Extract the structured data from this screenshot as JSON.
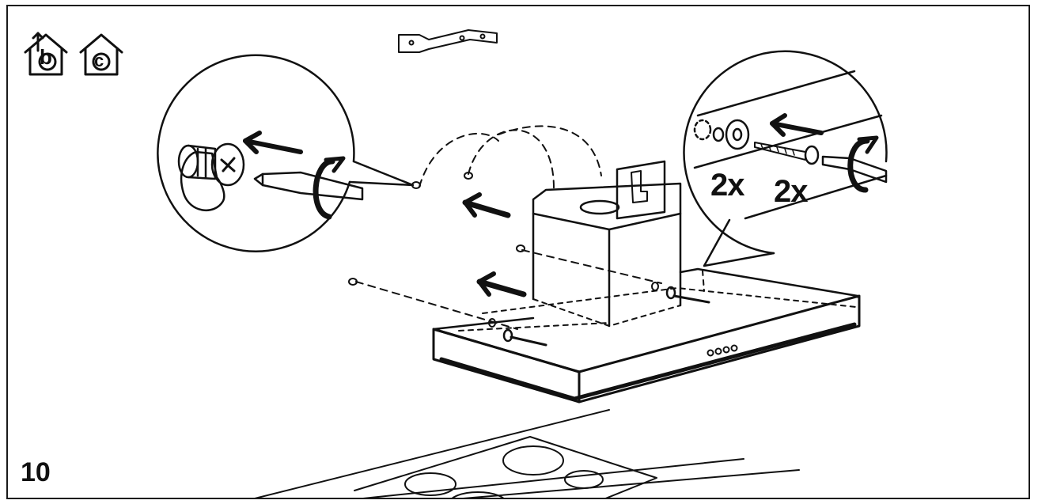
{
  "step": {
    "number": "10"
  },
  "icons": {
    "ducted": {
      "name": "house-ducted-icon",
      "letter": "b"
    },
    "recirculation": {
      "name": "house-recirculation-icon",
      "letter": "c"
    }
  },
  "detail_right": {
    "qty_washer": "2x",
    "qty_screw": "2x"
  },
  "colors": {
    "ink": "#111111",
    "paper": "#ffffff"
  }
}
